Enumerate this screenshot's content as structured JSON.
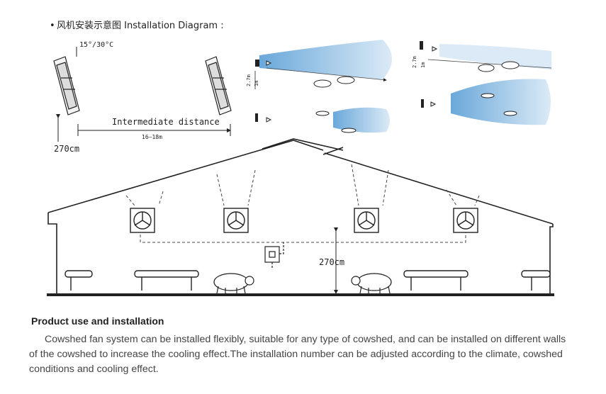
{
  "diagram": {
    "heading_bullet": "•",
    "heading": "风机安装示意图 Installation Diagram :",
    "tilt_label": "15°/30°C",
    "intermediate_label": "Intermediate distance",
    "distance_range": "16–18m",
    "height_label_left": "270cm",
    "height_label_barn": "270cm",
    "airflow_height_1": "2.7m",
    "airflow_low_1": "1m",
    "airflow_height_2": "2.7m",
    "airflow_low_2": "1m",
    "colors": {
      "airflow": "#bcd9ef",
      "airflow_core": "#7fb6e0",
      "lines": "#222222"
    }
  },
  "content": {
    "title": "Product use and installation",
    "body": "Cowshed fan system can be installed flexibly, suitable for any type of cowshed, and can be installed on different walls of the cowshed to increase the cooling effect.The installation number can be adjusted according to the climate, cowshed conditions and cooling effect."
  }
}
